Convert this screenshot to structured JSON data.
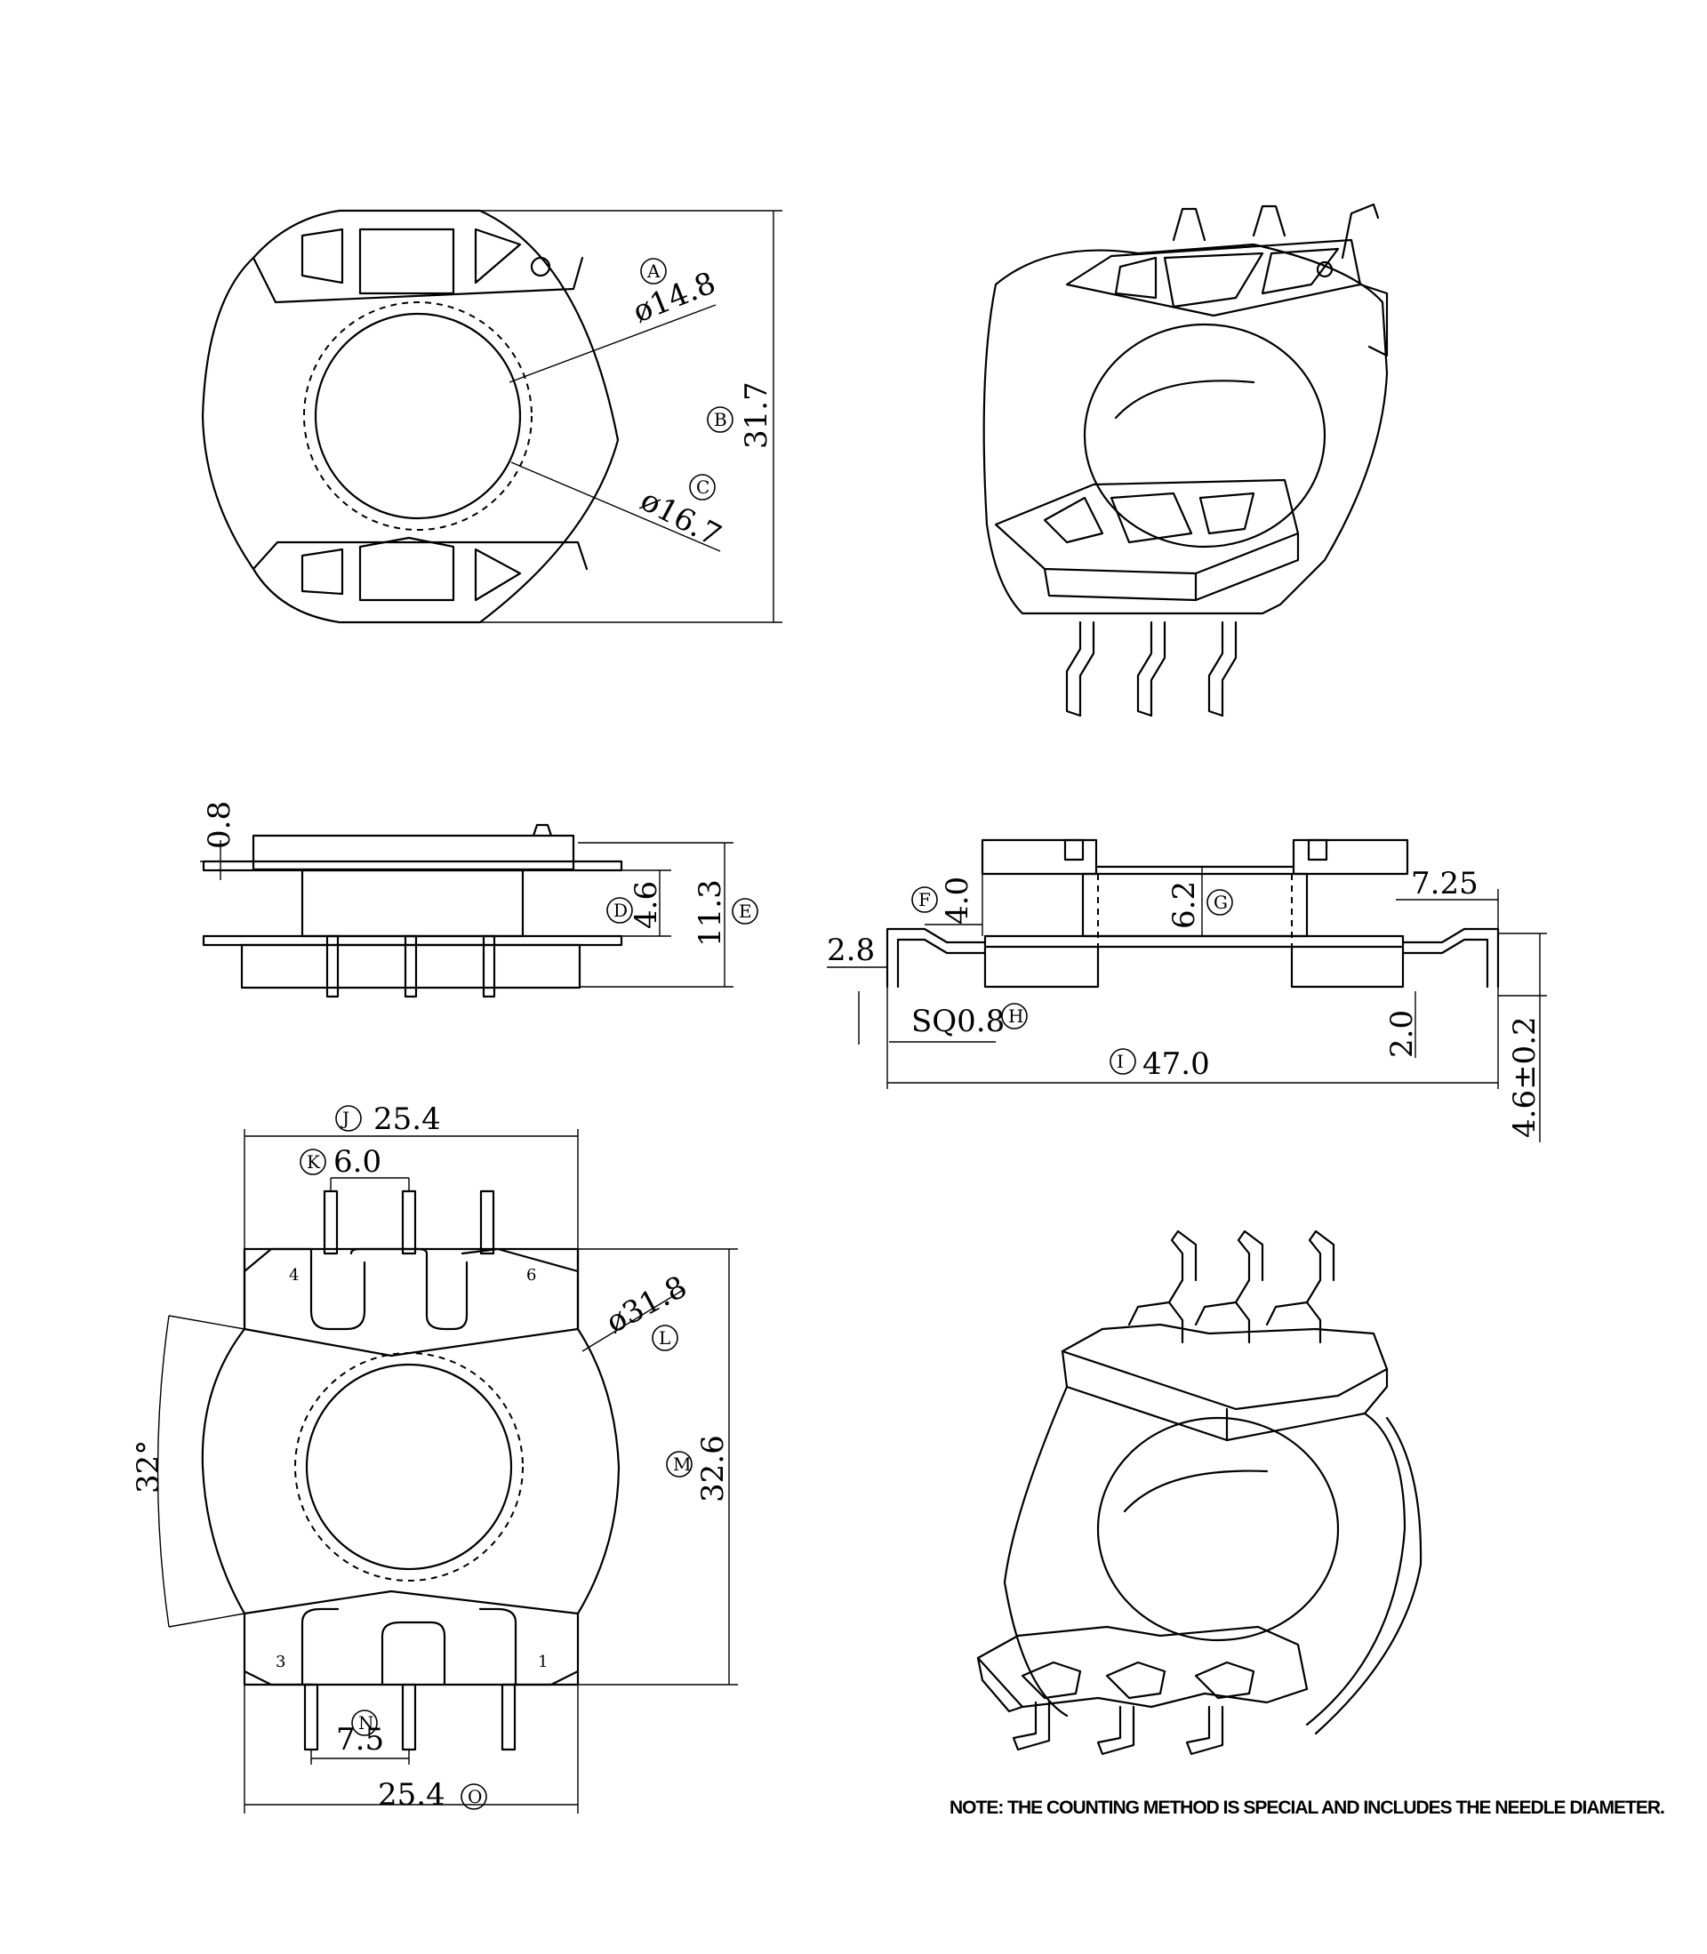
{
  "top_view": {
    "callout_a": "A",
    "dia_inner": "ø14.8",
    "callout_b": "B",
    "height": "31.7",
    "callout_c": "C",
    "dia_outer": "ø16.7"
  },
  "side_view": {
    "flange": "0.8",
    "callout_d": "D",
    "core_height": "4.6",
    "callout_e": "E",
    "total_height": "11.3"
  },
  "front_view": {
    "callout_f": "F",
    "flange_gap": "4.0",
    "callout_g": "G",
    "center_height": "6.2",
    "pin_offset_right": "7.25",
    "pin_offset_left": "2.8",
    "pin_section": "SQ0.8",
    "callout_h": "H",
    "callout_i": "I",
    "overall_width": "47.0",
    "pin_drop": "2.0",
    "pin_length": "4.6±0.2"
  },
  "bottom_view": {
    "callout_j": "J",
    "top_width": "25.4",
    "callout_k": "K",
    "pin_pitch_top": "6.0",
    "pins": [
      "4",
      "6",
      "3",
      "1"
    ],
    "dia_flange": "ø31.8",
    "callout_l": "L",
    "angle": "32°",
    "callout_m": "M",
    "depth": "32.6",
    "callout_n": "N",
    "pin_pitch_bottom": "7.5",
    "bottom_width": "25.4",
    "callout_o": "O"
  },
  "note": "NOTE: THE COUNTING METHOD IS SPECIAL AND INCLUDES THE NEEDLE DIAMETER."
}
